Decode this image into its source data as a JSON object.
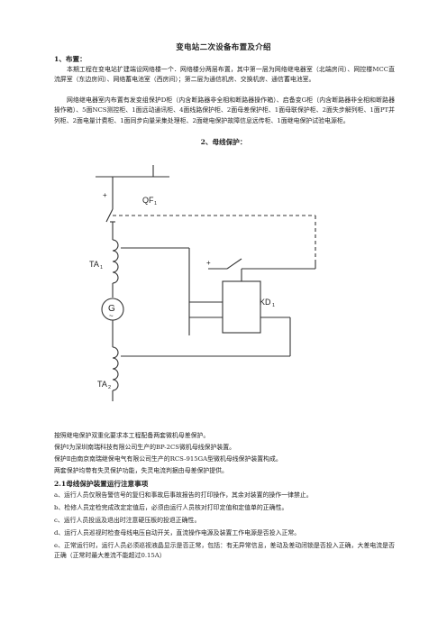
{
  "document": {
    "title": "变电站二次设备布置及介绍",
    "section1": {
      "heading": "1、布置：",
      "para1": "本期工程在变电站扩建端设网络楼一个．网络楼分两层布置，其中第一层为网络继电器室（北端房间）、网控楼MCC直流屏室（东边房间）、网络蓄电池室（西房间）；第二层为通信机房、交换机房、通信蓄电池室。",
      "para2": "网络继电器室内布置有发变组保护D柜（内含断路器非全相和断路器操作箱）、启备变G柜（内含断路器非全相和断路器操作箱）、5面NCS测控柜、1面远动通讯柜、4面线路保护柜、2面母差保护柜、1面母联保护柜、2面失步解列柜、1面PT并列柜、2面电量计费柜、1面同步向量采集处理柜、2面继电保护故障信息远传柜、1面继电保护试验电源柜。"
    },
    "section2": {
      "heading": "2、母线保护：",
      "para1": "按照继电保护双重化要求本工程配备两套微机母差保护。",
      "para2": "保护Ⅰ为深圳南瑞科技有限公司生产的BP-2CS微机母线保护装置。",
      "para3": "保护Ⅱ由南京南瑞继保电气有限公司生产的RCS-915GA型微机母线保护装置构成。",
      "para4": "两套保护均带有失灵保护功能，失灵电流判据由母差保护提供。"
    },
    "section21": {
      "heading": "2.1母线保护装置运行注意事项",
      "items": [
        "a、运行人员仅限告警信号的复归和事故后事故报告的打印操作，其余对装置的操作一律禁止。",
        "b、检修人员定检完成改定定值后，必须由运行人员核对打印定值和定值单的正确性。",
        "c、运行人员投运及退出时注意硬压板的投退正确性。",
        "d、运行人员巡视时检查母线电压自动开关，直流操作电源及装置工作电源是否投入正常。",
        "e、正常运行时，运行人员必须巡视液晶显示是否正常，包括：有无异常信息，差动及差动闭锁是否投入正确，大差电流是否正确（正常时最大差流不能超过0.15A）"
      ]
    },
    "diagram": {
      "plus_top": "+",
      "qf_label": "QF",
      "qf_sub": "1",
      "ta1_label": "TA",
      "ta1_sub": "1",
      "g_label": "G",
      "ac_symbol": "~",
      "plus_right": "+",
      "kd_label": "KD",
      "kd_sub": "1",
      "ta2_label": "TA",
      "ta2_sub": "2"
    }
  }
}
